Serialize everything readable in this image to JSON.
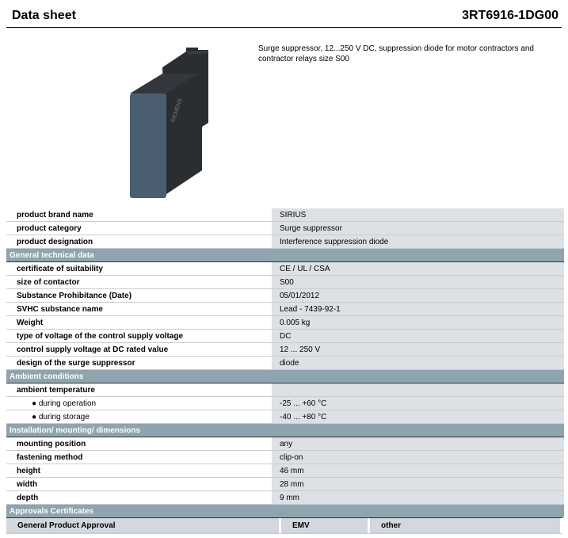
{
  "header": {
    "title": "Data sheet",
    "product_code": "3RT6916-1DG00"
  },
  "description": "Surge suppressor, 12...250 V DC, suppression diode for motor contractors and contractor relays size S00",
  "image": {
    "logo_text": "SIEMENS"
  },
  "rows": [
    {
      "k": "product brand name",
      "v": "SIRIUS"
    },
    {
      "k": "product category",
      "v": "Surge suppressor"
    },
    {
      "k": "product designation",
      "v": "Interference suppression diode"
    }
  ],
  "sections": [
    {
      "title": "General technical data",
      "rows": [
        {
          "k": "certificate of suitability",
          "v": "CE / UL / CSA"
        },
        {
          "k": "size of contactor",
          "v": "S00"
        },
        {
          "k": "Substance Prohibitance (Date)",
          "v": "05/01/2012"
        },
        {
          "k": "SVHC substance name",
          "v": "Lead - 7439-92-1"
        },
        {
          "k": "Weight",
          "v": "0.005 kg"
        },
        {
          "k": "type of voltage of the control supply voltage",
          "v": "DC"
        },
        {
          "k": "control supply voltage at DC rated value",
          "v": "12 ... 250 V"
        },
        {
          "k": "design of the surge suppressor",
          "v": "diode"
        }
      ]
    },
    {
      "title": "Ambient conditions",
      "rows": [
        {
          "k": "ambient temperature",
          "v": ""
        },
        {
          "k": "● during operation",
          "v": "-25 ... +60 °C"
        },
        {
          "k": "● during storage",
          "v": "-40 ... +80 °C"
        }
      ]
    },
    {
      "title": "Installation/ mounting/ dimensions",
      "rows": [
        {
          "k": "mounting position",
          "v": "any"
        },
        {
          "k": "fastening method",
          "v": "clip-on"
        },
        {
          "k": "height",
          "v": "46 mm"
        },
        {
          "k": "width",
          "v": "28 mm"
        },
        {
          "k": "depth",
          "v": "9 mm"
        }
      ]
    },
    {
      "title": "Approvals Certificates"
    }
  ],
  "approvals": [
    "General Product Approval",
    "EMV",
    "other"
  ]
}
